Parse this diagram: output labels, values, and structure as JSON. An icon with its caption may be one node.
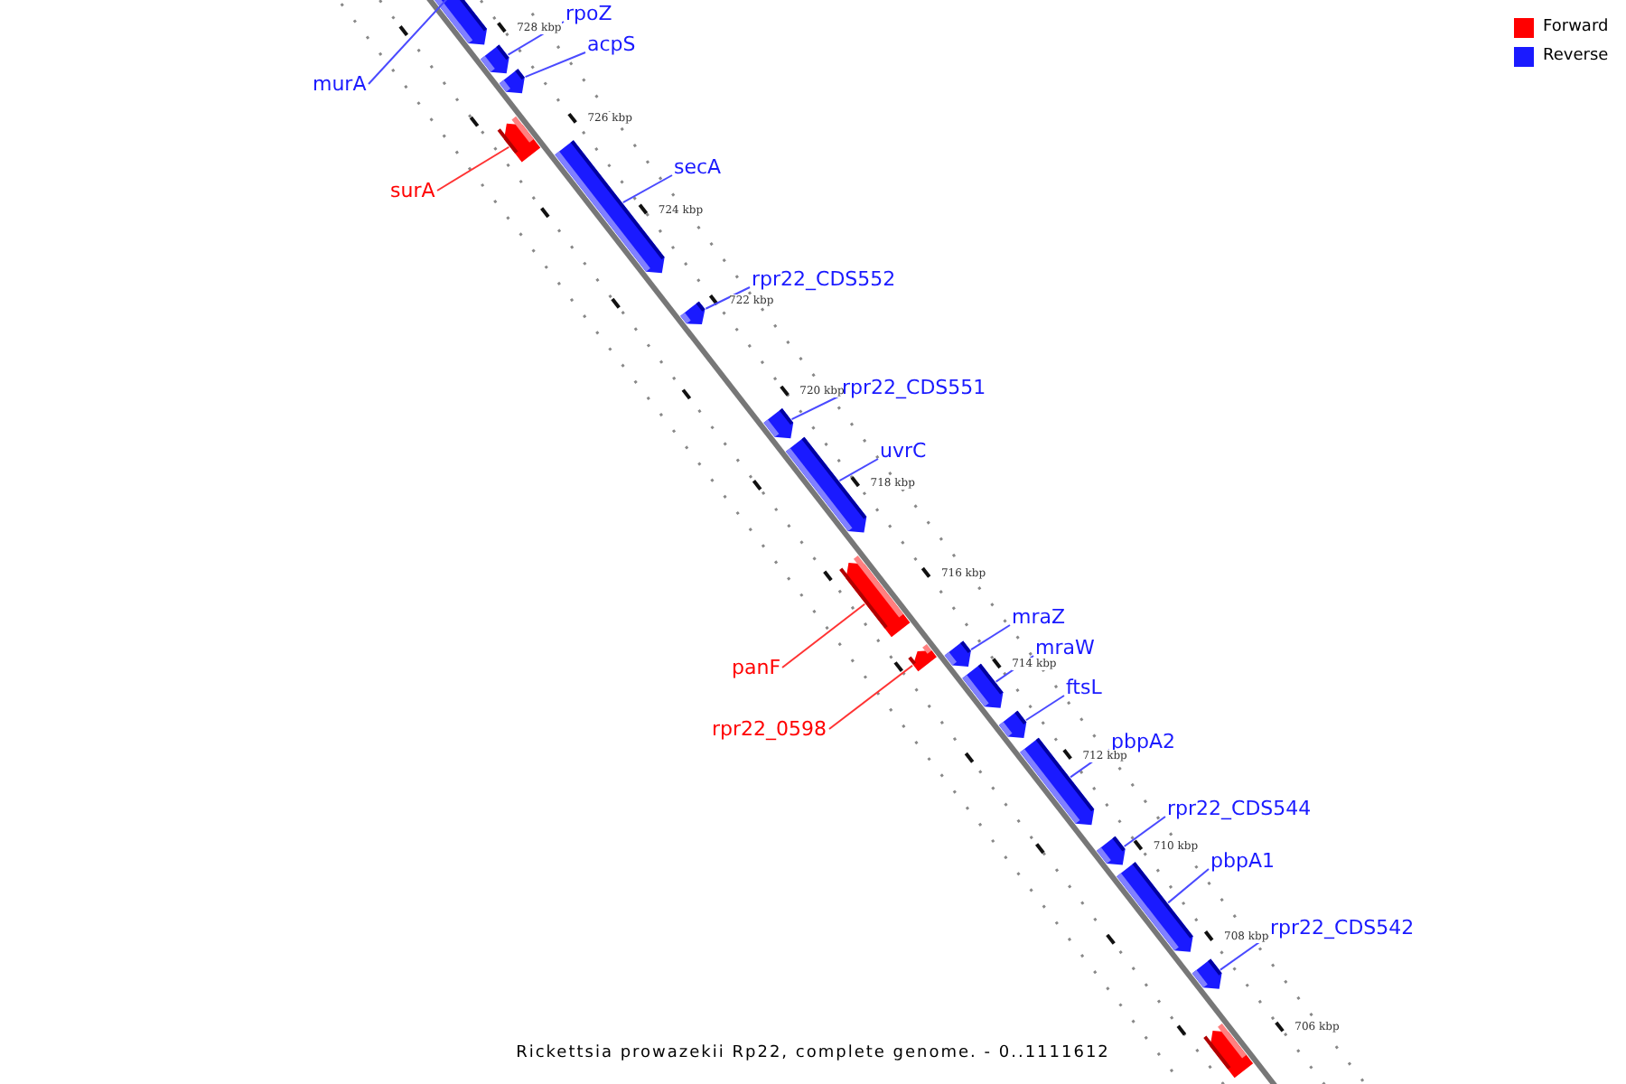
{
  "diagram": {
    "caption": "Rickettsia prowazekii Rp22, complete genome. - 0..1111612",
    "nodes": [
      {
        "text": [
          "murA"
        ]
      },
      {
        "text": [],
        "shape": "arrow"
      },
      {
        "text": [
          "rpoZ"
        ]
      },
      {
        "text": [],
        "shape": "arrow"
      },
      {
        "text": [
          "acpS"
        ]
      },
      {
        "text": [],
        "shape": "arrow"
      },
      {
        "text": [
          "surA"
        ]
      },
      {
        "text": [],
        "shape": "arrow"
      },
      {
        "text": [
          "secA"
        ]
      },
      {
        "text": [],
        "shape": "arrow"
      },
      {
        "text": [
          "rpr22_CDS552"
        ]
      },
      {
        "text": [],
        "shape": "arrow"
      },
      {
        "text": [
          "rpr22_CDS551"
        ]
      },
      {
        "text": [],
        "shape": "arrow"
      },
      {
        "text": [
          "uvrC"
        ]
      },
      {
        "text": [],
        "shape": "arrow"
      },
      {
        "text": [
          "panF"
        ]
      },
      {
        "text": [],
        "shape": "arrow"
      },
      {
        "text": [
          "rpr22_0598"
        ]
      },
      {
        "text": [],
        "shape": "arrow"
      },
      {
        "text": [
          "mraZ"
        ]
      },
      {
        "text": [],
        "shape": "arrow"
      },
      {
        "text": [
          "mraW"
        ]
      },
      {
        "text": [],
        "shape": "arrow"
      },
      {
        "text": [
          "ftsL"
        ]
      },
      {
        "text": [],
        "shape": "arrow"
      },
      {
        "text": [
          "pbpA2"
        ]
      },
      {
        "text": [],
        "shape": "arrow"
      },
      {
        "text": [
          "rpr22_CDS544"
        ]
      },
      {
        "text": [],
        "shape": "arrow"
      },
      {
        "text": [
          "pbpA1"
        ]
      },
      {
        "text": [],
        "shape": "arrow"
      },
      {
        "text": [
          "rpr22_CDS542"
        ]
      },
      {
        "text": [],
        "shape": "arrow"
      },
      {
        "text": [],
        "shape": "arrow"
      }
    ],
    "edges": [
      {
        "from": 0,
        "to": 1,
        "arrow": "none"
      },
      {
        "from": 2,
        "to": 3,
        "arrow": "none"
      },
      {
        "from": 4,
        "to": 5,
        "arrow": "none"
      },
      {
        "from": 6,
        "to": 7,
        "arrow": "none",
        "color": "#ff3333"
      },
      {
        "from": 8,
        "to": 9,
        "arrow": "none"
      },
      {
        "from": 10,
        "to": 11,
        "arrow": "none"
      },
      {
        "from": 12,
        "to": 13,
        "arrow": "none"
      },
      {
        "from": 14,
        "to": 15,
        "arrow": "none"
      },
      {
        "from": 16,
        "to": 17,
        "arrow": "none",
        "color": "#ff3333"
      },
      {
        "from": 18,
        "to": 19,
        "arrow": "none",
        "color": "#ff3333"
      },
      {
        "from": 20,
        "to": 21,
        "arrow": "none"
      },
      {
        "from": 22,
        "to": 23,
        "arrow": "none"
      },
      {
        "from": 24,
        "to": 25,
        "arrow": "none"
      },
      {
        "from": 26,
        "to": 27,
        "arrow": "none"
      },
      {
        "from": 28,
        "to": 29,
        "arrow": "none"
      },
      {
        "from": 30,
        "to": 31,
        "arrow": "none"
      },
      {
        "from": 32,
        "to": 33,
        "arrow": "none"
      }
    ],
    "labels": [
      "728 kbp",
      "726 kbp",
      "724 kbp",
      "722 kbp",
      "720 kbp",
      "718 kbp",
      "716 kbp",
      "714 kbp",
      "712 kbp",
      "710 kbp",
      "708 kbp",
      "706 kbp"
    ],
    "legend": [
      {
        "text": "Forward",
        "color": "#ff0000"
      },
      {
        "text": "Reverse",
        "color": "#1a1aff"
      }
    ]
  }
}
